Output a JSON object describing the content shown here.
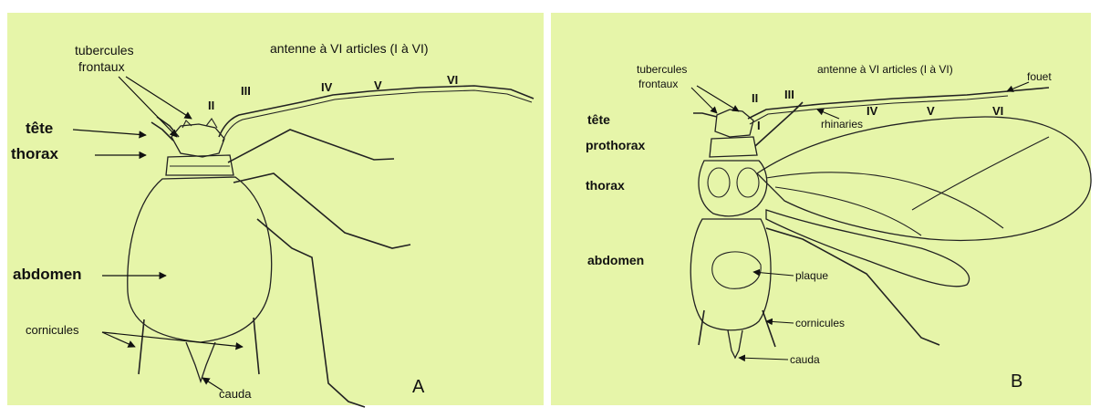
{
  "panel_a": {
    "tubercules_line1": "tubercules",
    "tubercules_line2": "frontaux",
    "antenna_title": "antenne à VI articles (I à VI)",
    "segments": [
      "II",
      "III",
      "IV",
      "V",
      "VI"
    ],
    "tete": "tête",
    "thorax": "thorax",
    "abdomen": "abdomen",
    "cornicules": "cornicules",
    "cauda": "cauda",
    "panel_letter": "A"
  },
  "panel_b": {
    "tubercules_line1": "tubercules",
    "tubercules_line2": "frontaux",
    "antenna_title": "antenne à VI articles (I à VI)",
    "fouet": "fouet",
    "segments": [
      "I",
      "II",
      "III",
      "IV",
      "V",
      "VI"
    ],
    "rhinaries": "rhinaries",
    "tete": "tête",
    "prothorax": "prothorax",
    "thorax": "thorax",
    "abdomen": "abdomen",
    "plaque": "plaque",
    "cornicules": "cornicules",
    "cauda": "cauda",
    "panel_letter": "B"
  }
}
